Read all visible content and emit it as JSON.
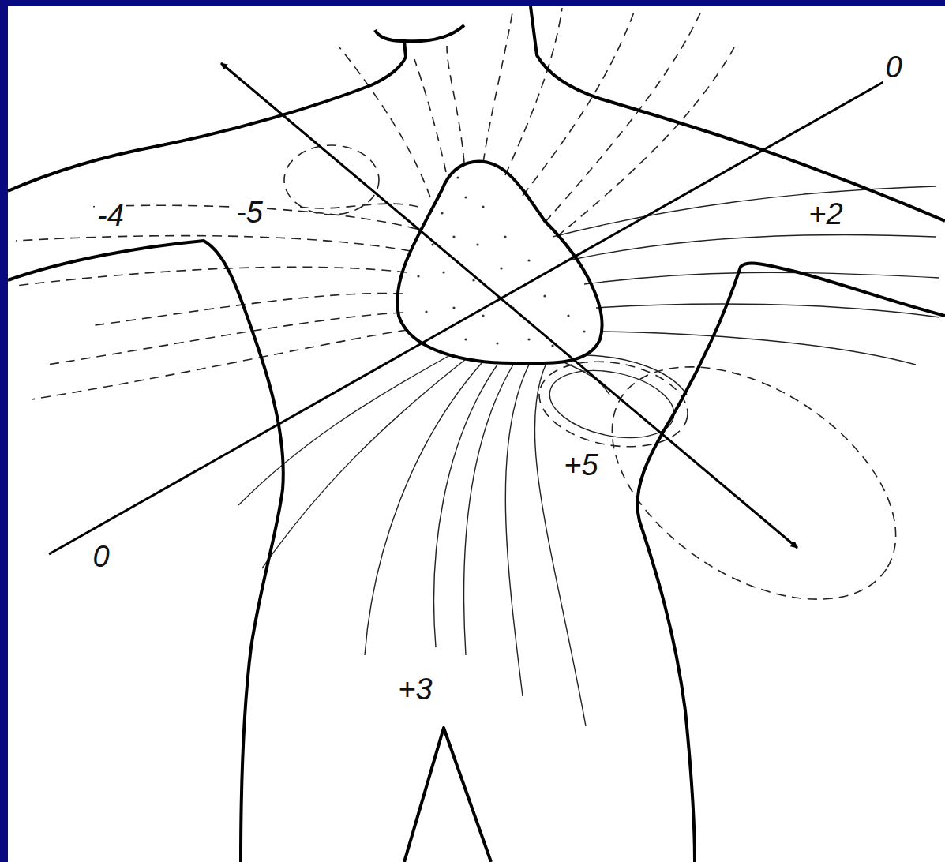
{
  "diagram": {
    "labels": [
      "0",
      "-4",
      "-5",
      "+2",
      "+5",
      "0",
      "+3"
    ]
  }
}
